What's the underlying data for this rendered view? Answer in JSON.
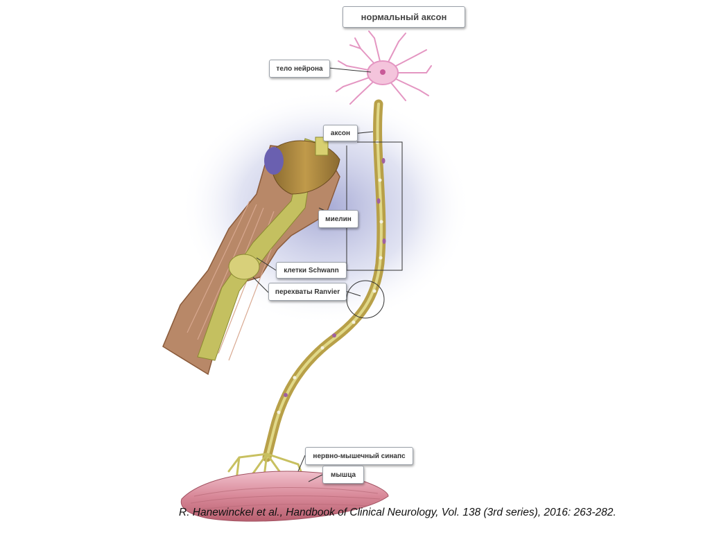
{
  "title": "нормальный аксон",
  "labels": {
    "soma": "тело нейрона",
    "axon": "аксон",
    "myelin": "миелин",
    "schwann": "клетки Schwann",
    "ranvier": "перехваты Ranvier",
    "synapse": "нервно-мышечный синапс",
    "muscle": "мышца"
  },
  "citation": "R. Hanewinckel et al., Handbook of Clinical Neurology, Vol. 138 (3rd series), 2016: 263-282.",
  "colors": {
    "axon": "#c8c060",
    "myelin": "#a89038",
    "neuron": "#e8a0c8",
    "muscle": "#d07888",
    "glow": "#c8cce8"
  }
}
